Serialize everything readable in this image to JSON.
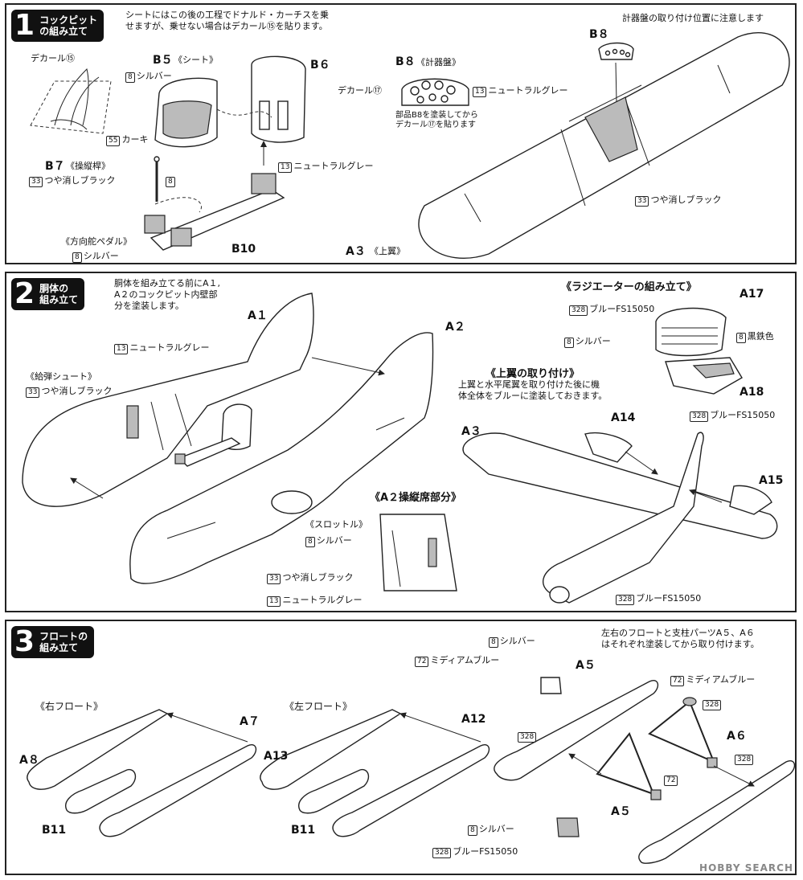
{
  "steps": [
    {
      "num": "1",
      "title": "コックピット\nの組み立て"
    },
    {
      "num": "2",
      "title": "胴体の\n組み立て"
    },
    {
      "num": "3",
      "title": "フロートの\n組み立て"
    }
  ],
  "p1": {
    "intro": "シートにはこの後の工程でドナルド・カーチスを乗\nせますが、乗せない場合はデカール⑮を貼ります。",
    "decal15": "デカール⑮",
    "b5": "B５",
    "b5_name": "《シート》",
    "silver_code": "8",
    "silver": "シルバー",
    "khaki_code": "55",
    "khaki": "カーキ",
    "b6": "B６",
    "neutral_code": "13",
    "neutral": "ニュートラルグレー",
    "b7": "B７",
    "b7_name": "《操縦桿》",
    "flat_black_code": "33",
    "flat_black": "つや消しブラック",
    "pedal": "《方向舵ペダル》",
    "b10": "B10",
    "b8": "B８",
    "b8_name": "《計器盤》",
    "decal17": "デカール⑰",
    "b8_note": "部品B8を塗装してから\nデカール⑰を貼ります",
    "b8_top": "B８",
    "panel_note": "計器盤の取り付け位置に注意します",
    "a3": "A３",
    "a3_name": "《上翼》"
  },
  "p2": {
    "intro": "胴体を組み立てる前にA１,\nA２のコックピット内壁部\n分を塗装します。",
    "a1": "A１",
    "a2": "A２",
    "neutral_code": "13",
    "neutral": "ニュートラルグレー",
    "chute": "《給弾シュート》",
    "flat_black_code": "33",
    "flat_black": "つや消しブラック",
    "radiator_title": "《ラジエーターの組み立て》",
    "blue_code": "328",
    "blue": "ブルーFS15050",
    "a17": "A17",
    "silver_code": "8",
    "silver": "シルバー",
    "iron_code": "8",
    "iron": "黒鉄色",
    "a18": "A18",
    "wing_title": "《上翼の取り付け》",
    "wing_note": "上翼と水平尾翼を取り付けた後に機\n体全体をブルーに塗装しておきます。",
    "a3": "A３",
    "a14": "A14",
    "a15": "A15",
    "cockpit_title": "《A２操縦席部分》",
    "throttle": "《スロットル》"
  },
  "p3": {
    "right_float": "《右フロート》",
    "left_float": "《左フロート》",
    "a7": "A７",
    "a8": "A８",
    "b11": "B11",
    "a12": "A12",
    "a13": "A13",
    "b11b": "B11",
    "silver_code": "8",
    "silver": "シルバー",
    "medium_blue_code": "72",
    "medium_blue": "ミディアムブルー",
    "a5": "A５",
    "a6": "A６",
    "blue_code": "328",
    "blue": "ブルーFS15050",
    "note": "左右のフロートと支柱パーツA５、A６\nはそれぞれ塗装してから取り付けます。"
  },
  "watermark": "HOBBY SEARCH"
}
